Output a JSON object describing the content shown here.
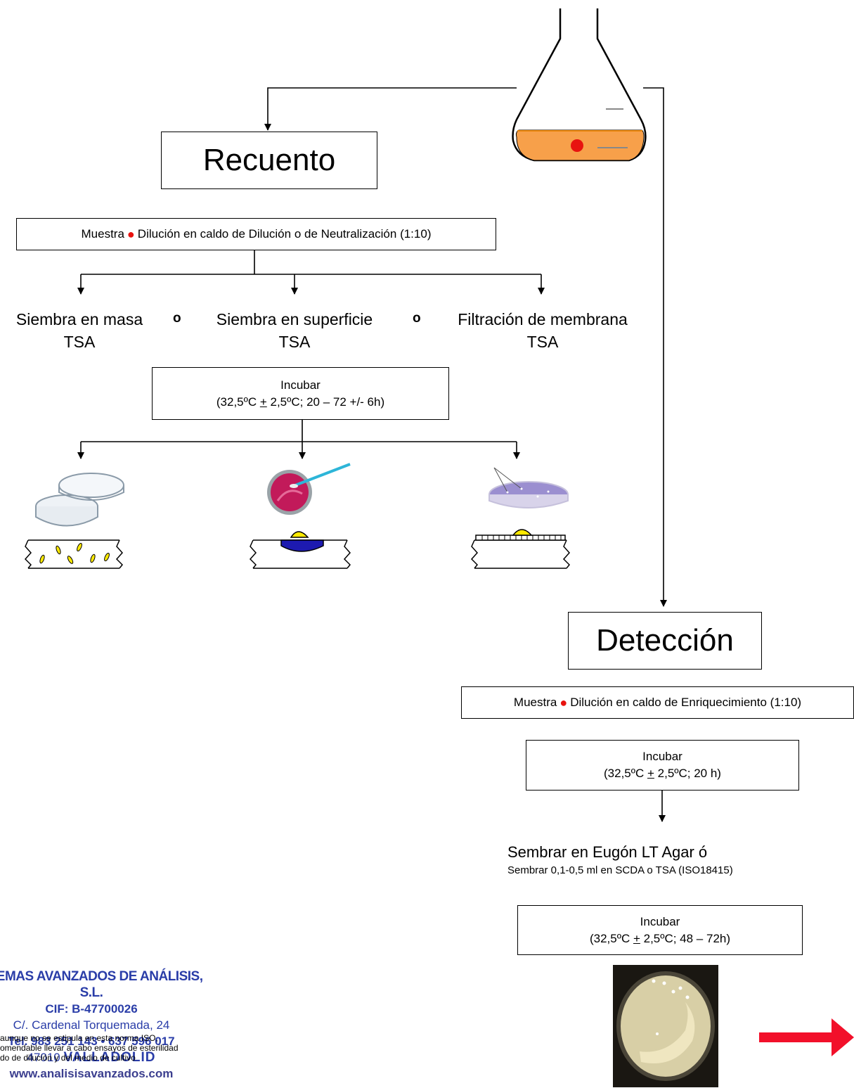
{
  "recuento": {
    "title": "Recuento",
    "dilution": {
      "pre": "Muestra",
      "post": "Dilución en caldo de Dilución o de Neutralización (1:10)"
    },
    "methods": [
      {
        "line1": "Siembra en masa",
        "line2": "TSA"
      },
      {
        "line1": "Siembra en superficie",
        "line2": "TSA"
      },
      {
        "line1": "Filtración de membrana",
        "line2": "TSA"
      }
    ],
    "separator": "o",
    "incubate": {
      "title": "Incubar",
      "pre": "(32,5ºC ",
      "pm": "+",
      "post": " 2,5ºC; 20 – 72 +/- 6h)"
    }
  },
  "deteccion": {
    "title": "Detección",
    "dilution": {
      "pre": "Muestra",
      "post": "Dilución en caldo de Enriquecimiento (1:10)"
    },
    "incubate1": {
      "title": "Incubar",
      "pre": "(32,5ºC ",
      "pm": "+",
      "post": " 2,5ºC; 20 h)"
    },
    "sow_main": "Sembrar en Eugón LT Agar ó",
    "sow_alt": "Sembrar 0,1-0,5 ml en SCDA o TSA (ISO18415)",
    "incubate2": {
      "title": "Incubar",
      "pre": "(32,5ºC ",
      "pm": "+",
      "post": " 2,5ºC; 48 – 72h)"
    }
  },
  "company": {
    "name": "STEMAS AVANZADOS DE ANÁLISIS, S.L.",
    "cif": "CIF: B-47700026",
    "address": "C/. Cardenal Torquemada, 24",
    "phone": "Tel. 983 251 143 • 637 596 017",
    "city_code": "47010",
    "city": "VALLADOLID",
    "web": "www.analisisavanzados.com"
  },
  "note": {
    "line1": "aunque no se estipula en esta norma ISO,",
    "line2": "omendable llevar a cabo ensayos de esterilidad",
    "line3": "do de dilución y del medio de cultivo"
  },
  "colors": {
    "broth": "#f7a04a",
    "red_dot": "#e8130f",
    "arrow": "#f2102a",
    "company_text": "#2a3da8",
    "colony": "#ffea00",
    "colony_base": "#1d1ab0",
    "plate_magenta": "#c21a5a",
    "plate_purple": "#9b8fd0"
  }
}
